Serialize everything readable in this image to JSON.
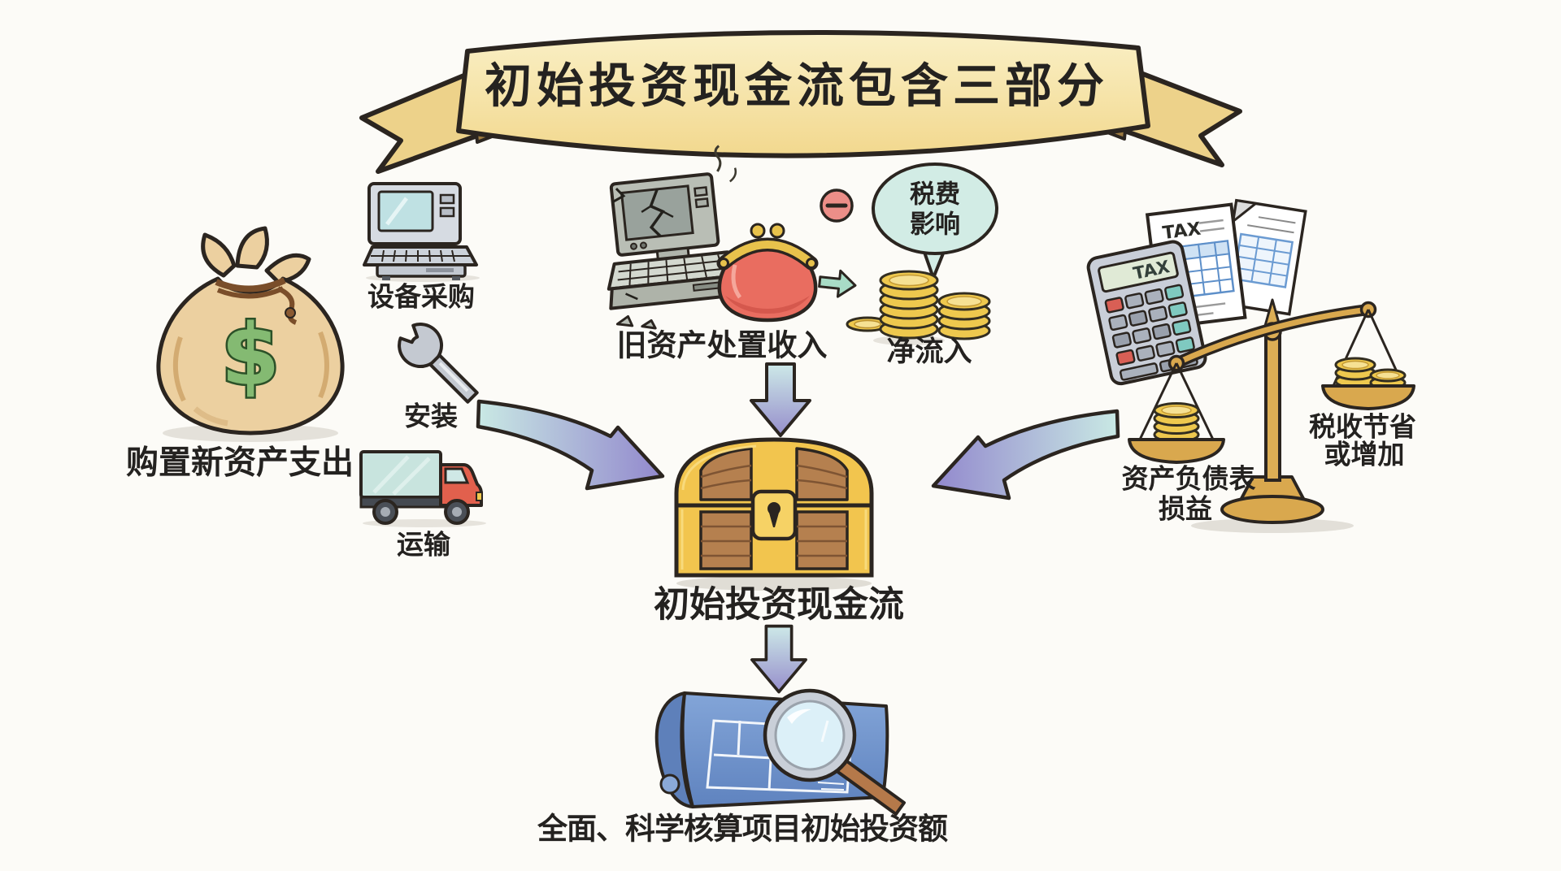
{
  "banner": {
    "title": "初始投资现金流包含三部分"
  },
  "left_branch": {
    "money_bag_symbol": "$",
    "label": "购置新资产支出",
    "sub_items": [
      {
        "label": "设备采购"
      },
      {
        "label": "安装"
      },
      {
        "label": "运输"
      }
    ]
  },
  "middle_branch": {
    "label": "旧资产处置收入",
    "tax_bubble": {
      "line1": "税费",
      "line2": "影响"
    },
    "net_inflow_label": "净流入"
  },
  "right_branch": {
    "calculator_display": "TAX",
    "document_title": "TAX",
    "left_pan_label": {
      "line1": "资产负债表",
      "line2": "损益"
    },
    "right_pan_label": {
      "line1": "税收节省",
      "line2": "或增加"
    }
  },
  "center": {
    "chest_label": "初始投资现金流"
  },
  "footer": {
    "caption": "全面、科学核算项目初始投资额"
  },
  "colors": {
    "background": "#fcfbf7",
    "outline": "#2b2520",
    "banner_fill": "#f6e2a2",
    "arrow_teal": "#c9e9e4",
    "arrow_purple": "#9288cd",
    "coin_gold": "#eec84e",
    "money_green": "#84ba72",
    "purse_red": "#e96d60",
    "bubble_teal": "#d2ece5",
    "blueprint_blue": "#6f93c9",
    "text": "#242220"
  }
}
